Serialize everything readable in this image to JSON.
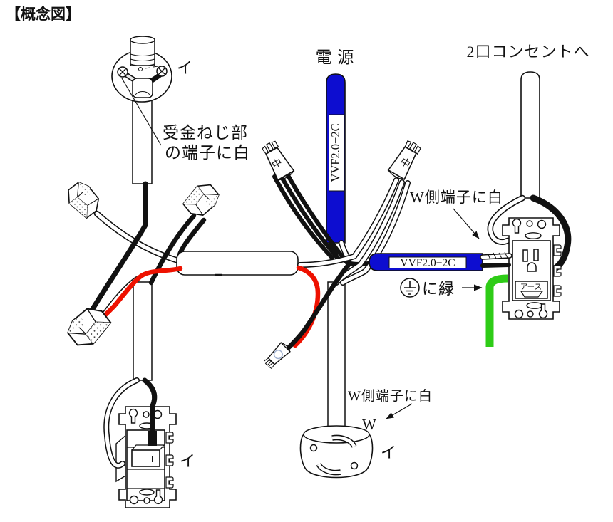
{
  "title": "【概念図】",
  "colors": {
    "cable_blue": "#0d0dd0",
    "wire_red": "#ee1100",
    "wire_green": "#2ecc17",
    "ink": "#111111"
  },
  "labels": {
    "power": "電 源",
    "to_outlet": "2口コンセントへ",
    "lamp_note_line1": "受金ねじ部",
    "lamp_note_line2": "の端子に白",
    "outlet_w_note": "W側端子に白",
    "rosette_w_note": "W側端子に白",
    "green_note": "に緑",
    "earth_cover": "アース",
    "w_mark": "W",
    "circuit_lamp": "イ",
    "circuit_switch": "イ",
    "circuit_rosette": "イ",
    "sleeve_medium_left": "中",
    "sleeve_medium_right": "中",
    "cable_power": "VVF2.0−2C",
    "cable_outlet_link": "VVF2.0−2C"
  }
}
